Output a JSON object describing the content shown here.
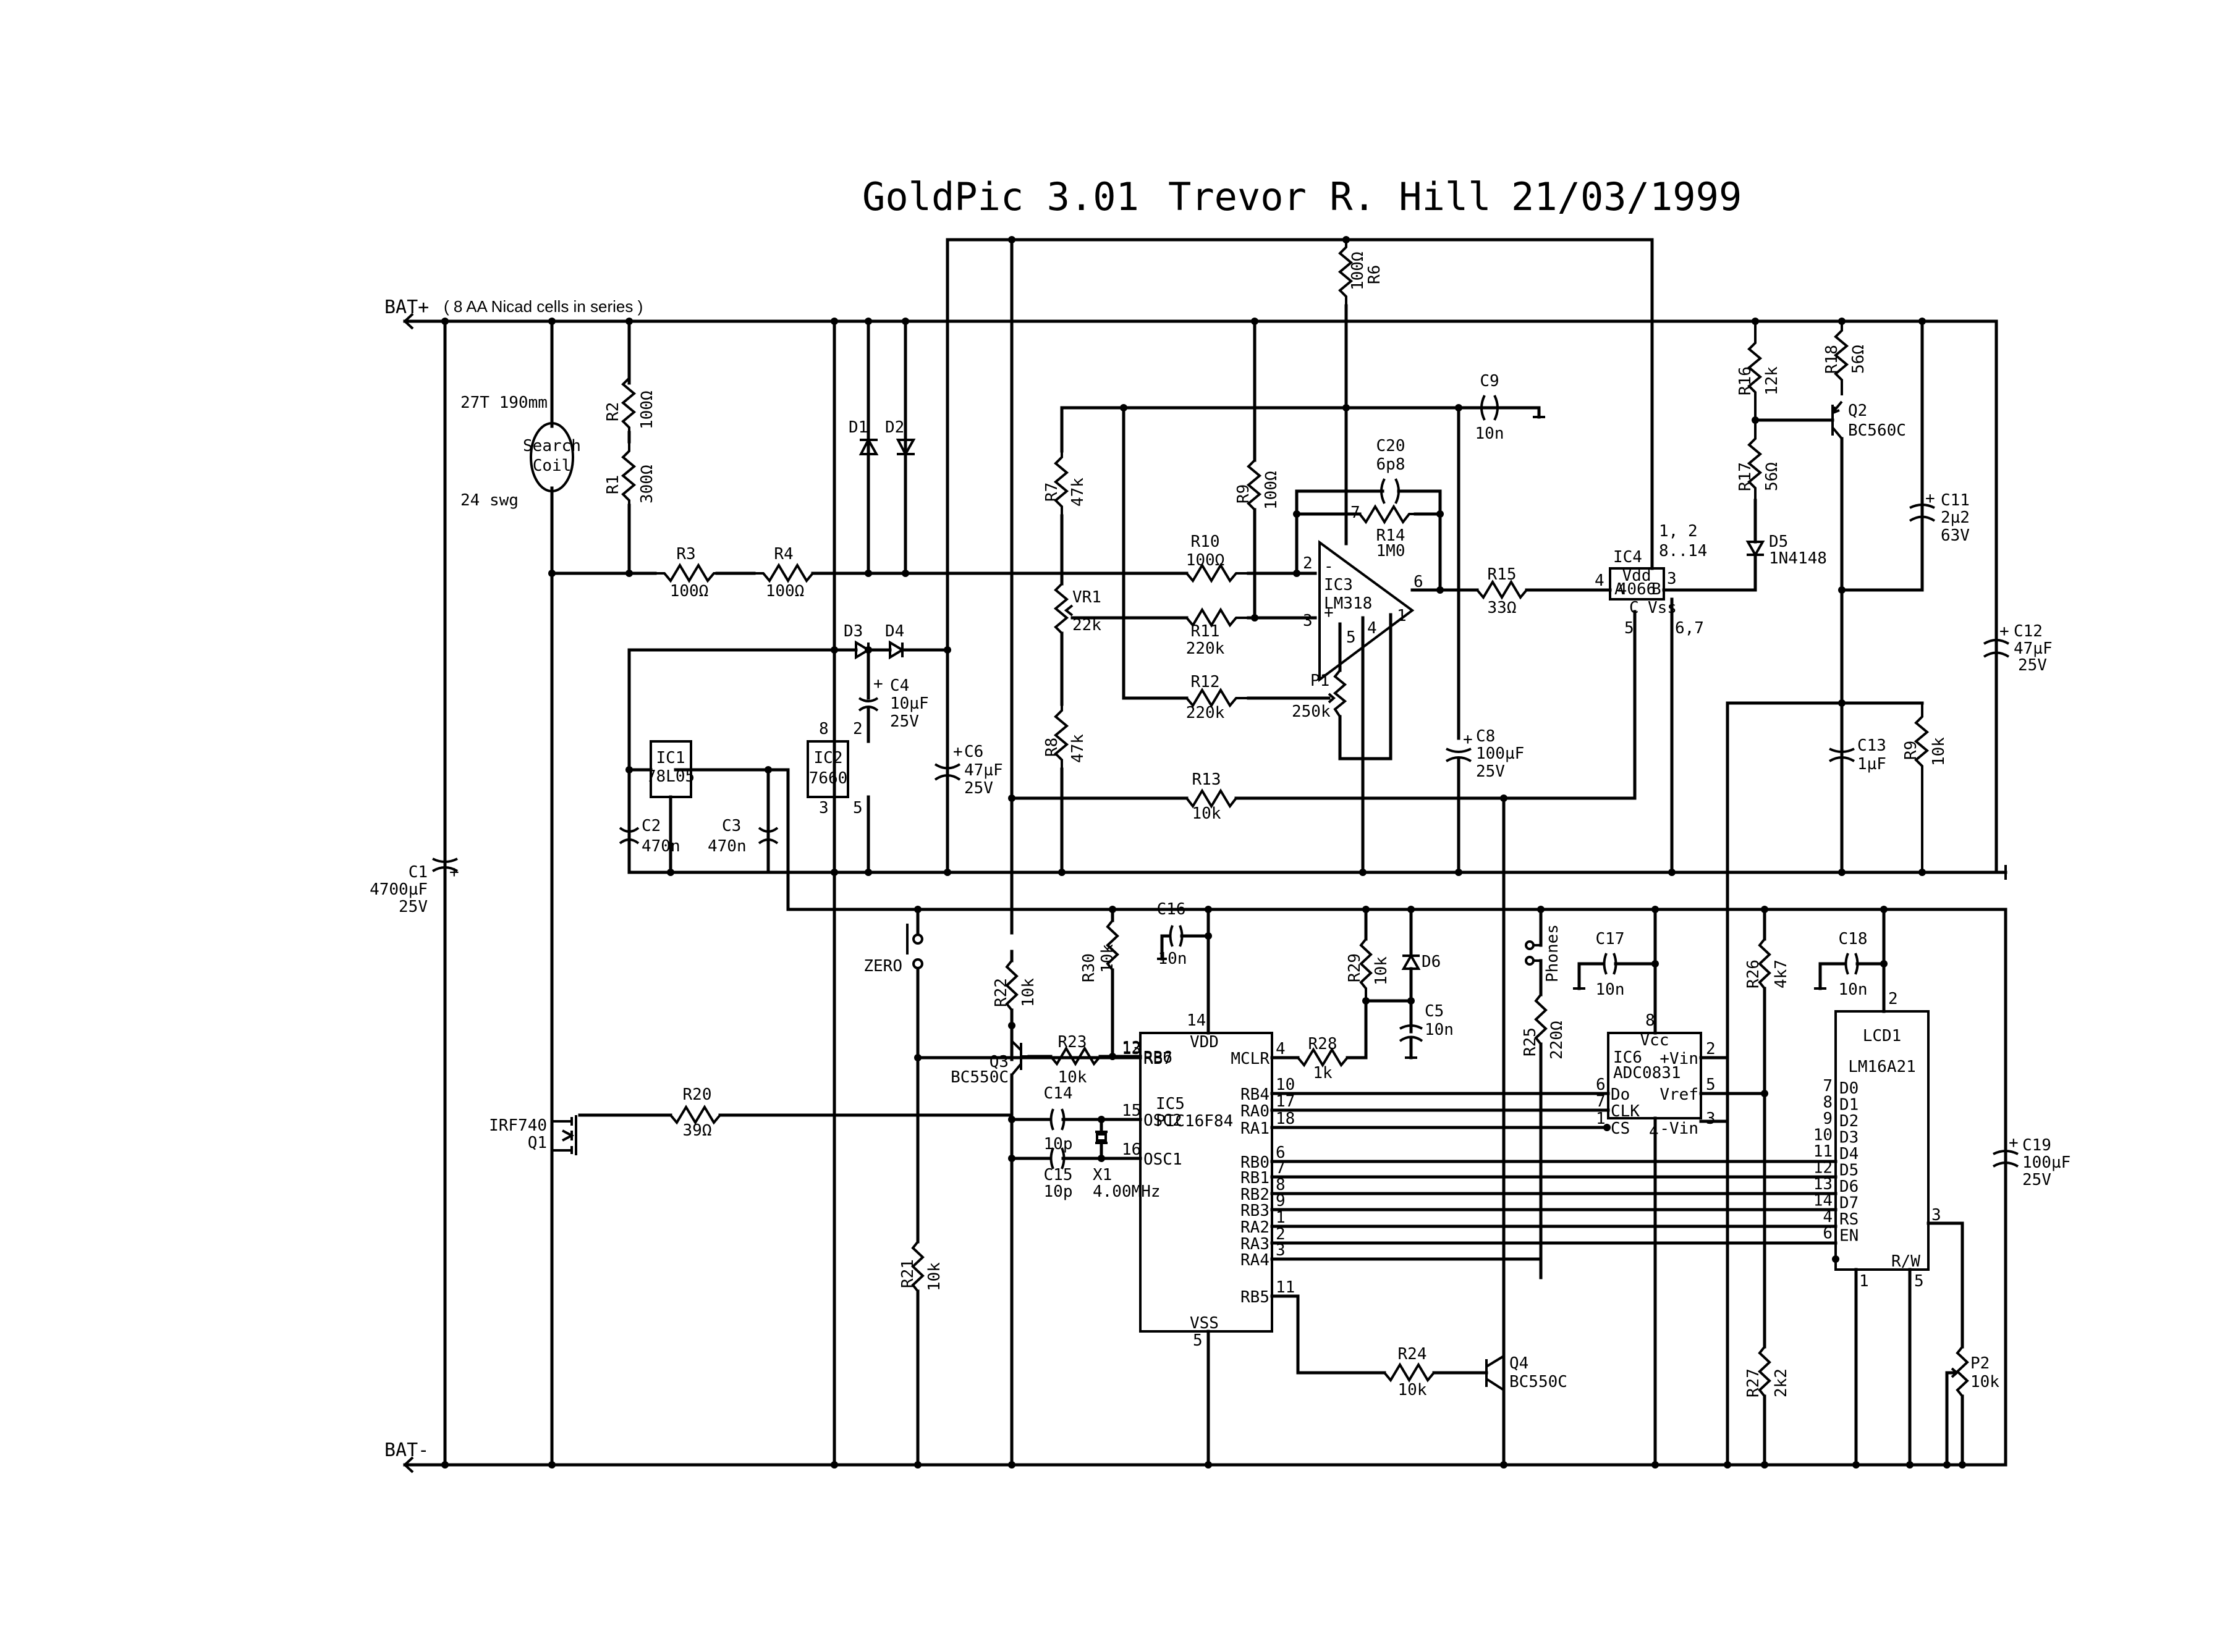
{
  "title": {
    "project": "GoldPic 3.01",
    "author": "Trevor R. Hill",
    "date": "21/03/1999"
  },
  "rails": {
    "bat_plus": "BAT+",
    "bat_plus_note": "( 8 AA Nicad cells in series )",
    "bat_minus": "BAT-"
  },
  "coil": {
    "name_line1": "Search",
    "name_line2": "Coil",
    "turns": "27T  190mm",
    "wire": "24 swg"
  },
  "resistors": {
    "R1": {
      "ref": "R1",
      "value": "300Ω"
    },
    "R2": {
      "ref": "R2",
      "value": "100Ω"
    },
    "R3": {
      "ref": "R3",
      "value": "100Ω"
    },
    "R4": {
      "ref": "R4",
      "value": "100Ω"
    },
    "R6": {
      "ref": "R6",
      "value": "100Ω"
    },
    "R7": {
      "ref": "R7",
      "value": "47k"
    },
    "R8": {
      "ref": "R8",
      "value": "47k"
    },
    "R9a": {
      "ref": "R9",
      "value": "100Ω"
    },
    "R9b": {
      "ref": "R9",
      "value": "10k"
    },
    "R10": {
      "ref": "R10",
      "value": "100Ω"
    },
    "R11": {
      "ref": "R11",
      "value": "220k"
    },
    "R12": {
      "ref": "R12",
      "value": "220k"
    },
    "R13": {
      "ref": "R13",
      "value": "10k"
    },
    "R14": {
      "ref": "R14",
      "value": "1M0"
    },
    "R15": {
      "ref": "R15",
      "value": "33Ω"
    },
    "R16": {
      "ref": "R16",
      "value": "12k"
    },
    "R17": {
      "ref": "R17",
      "value": "56Ω"
    },
    "R18": {
      "ref": "R18",
      "value": "56Ω"
    },
    "R20": {
      "ref": "R20",
      "value": "39Ω"
    },
    "R21": {
      "ref": "R21",
      "value": "10k"
    },
    "R22": {
      "ref": "R22",
      "value": "10k"
    },
    "R23": {
      "ref": "R23",
      "value": "10k"
    },
    "R24": {
      "ref": "R24",
      "value": "10k"
    },
    "R25": {
      "ref": "R25",
      "value": "220Ω"
    },
    "R26": {
      "ref": "R26",
      "value": "4k7"
    },
    "R27": {
      "ref": "R27",
      "value": "2k2"
    },
    "R28": {
      "ref": "R28",
      "value": "1k"
    },
    "R29": {
      "ref": "R29",
      "value": "10k"
    },
    "R30": {
      "ref": "R30",
      "value": "10k"
    },
    "VR1": {
      "ref": "VR1",
      "value": "22k"
    },
    "P1": {
      "ref": "P1",
      "value": "250k"
    },
    "P2": {
      "ref": "P2",
      "value": "10k"
    }
  },
  "capacitors": {
    "C1": {
      "ref": "C1",
      "value": "4700µF",
      "voltage": "25V"
    },
    "C2": {
      "ref": "C2",
      "value": "470n"
    },
    "C3": {
      "ref": "C3",
      "value": "470n"
    },
    "C4": {
      "ref": "C4",
      "value": "10µF",
      "voltage": "25V"
    },
    "C5": {
      "ref": "C5",
      "value": "10n"
    },
    "C6": {
      "ref": "C6",
      "value": "47µF",
      "voltage": "25V"
    },
    "C8": {
      "ref": "C8",
      "value": "100µF",
      "voltage": "25V"
    },
    "C9": {
      "ref": "C9",
      "value": "10n"
    },
    "C11": {
      "ref": "C11",
      "value": "2µ2",
      "voltage": "63V"
    },
    "C12": {
      "ref": "C12",
      "value": "47µF",
      "voltage": "25V"
    },
    "C13": {
      "ref": "C13",
      "value": "1µF"
    },
    "C14": {
      "ref": "C14",
      "value": "10p"
    },
    "C15": {
      "ref": "C15",
      "value": "10p"
    },
    "C16": {
      "ref": "C16",
      "value": "10n"
    },
    "C17": {
      "ref": "C17",
      "value": "10n"
    },
    "C18": {
      "ref": "C18",
      "value": "10n"
    },
    "C19": {
      "ref": "C19",
      "value": "100µF",
      "voltage": "25V"
    },
    "C20": {
      "ref": "C20",
      "value": "6p8"
    }
  },
  "diodes": {
    "D1": {
      "ref": "D1"
    },
    "D2": {
      "ref": "D2"
    },
    "D3": {
      "ref": "D3"
    },
    "D4": {
      "ref": "D4"
    },
    "D5": {
      "ref": "D5",
      "value": "1N4148"
    },
    "D6": {
      "ref": "D6"
    }
  },
  "transistors": {
    "Q1": {
      "ref": "Q1",
      "value": "IRF740"
    },
    "Q2": {
      "ref": "Q2",
      "value": "BC560C"
    },
    "Q3": {
      "ref": "Q3",
      "value": "BC550C"
    },
    "Q4": {
      "ref": "Q4",
      "value": "BC550C"
    }
  },
  "crystal": {
    "ref": "X1",
    "value": "4.00MHz"
  },
  "switches": {
    "zero": "ZERO",
    "phones": "Phones"
  },
  "ics": {
    "IC1": {
      "ref": "IC1",
      "part": "78L05"
    },
    "IC2": {
      "ref": "IC2",
      "part": "7660",
      "pins": {
        "p8": "8",
        "p2": "2",
        "p3": "3",
        "p5": "5"
      }
    },
    "IC3": {
      "ref": "IC3",
      "part": "LM318",
      "pins": {
        "inv": "-",
        "noninv": "+",
        "p2": "2",
        "p3": "3",
        "p7": "7",
        "p6": "6",
        "p5": "5",
        "p4": "4",
        "p1": "1"
      }
    },
    "IC4": {
      "ref": "IC4",
      "part": "4066",
      "vdd": "Vdd",
      "vss": "Vss",
      "a": "A",
      "b": "B",
      "c": "C",
      "pins": {
        "p4": "4",
        "p3": "3",
        "p5": "5",
        "p67": "6,7",
        "top1": "1, 2",
        "top2": "8..14"
      }
    },
    "IC5": {
      "ref": "IC5",
      "part": "PIC16F84",
      "left": [
        {
          "pin": "13",
          "name": "RB7"
        },
        {
          "pin": "12",
          "name": "RB6"
        },
        {
          "pin": "15",
          "name": "OSC2"
        },
        {
          "pin": "16",
          "name": "OSC1"
        }
      ],
      "right": [
        {
          "pin": "4",
          "name": "MCLR"
        },
        {
          "pin": "10",
          "name": "RB4"
        },
        {
          "pin": "17",
          "name": "RA0"
        },
        {
          "pin": "18",
          "name": "RA1"
        },
        {
          "pin": "6",
          "name": "RB0"
        },
        {
          "pin": "7",
          "name": "RB1"
        },
        {
          "pin": "8",
          "name": "RB2"
        },
        {
          "pin": "9",
          "name": "RB3"
        },
        {
          "pin": "1",
          "name": "RA2"
        },
        {
          "pin": "2",
          "name": "RA3"
        },
        {
          "pin": "3",
          "name": "RA4"
        },
        {
          "pin": "11",
          "name": "RB5"
        }
      ],
      "vdd": {
        "pin": "14",
        "name": "VDD"
      },
      "vss": {
        "pin": "5",
        "name": "VSS"
      }
    },
    "IC6": {
      "ref": "IC6",
      "part": "ADC0831",
      "vcc": {
        "pin": "8",
        "name": "Vcc"
      },
      "gnd": {
        "pin": "4"
      },
      "left": [
        {
          "pin": "6",
          "name": "Do"
        },
        {
          "pin": "7",
          "name": "CLK"
        },
        {
          "pin": "1",
          "name": "CS"
        }
      ],
      "right": [
        {
          "pin": "2",
          "name": "+Vin"
        },
        {
          "pin": "5",
          "name": "Vref"
        },
        {
          "pin": "3",
          "name": "-Vin"
        }
      ]
    },
    "LCD1": {
      "ref": "LCD1",
      "part": "LM16A21",
      "top": {
        "pin": "2"
      },
      "left": [
        {
          "pin": "7",
          "name": "D0"
        },
        {
          "pin": "8",
          "name": "D1"
        },
        {
          "pin": "9",
          "name": "D2"
        },
        {
          "pin": "10",
          "name": "D3"
        },
        {
          "pin": "11",
          "name": "D4"
        },
        {
          "pin": "12",
          "name": "D5"
        },
        {
          "pin": "13",
          "name": "D6"
        },
        {
          "pin": "14",
          "name": "D7"
        },
        {
          "pin": "4",
          "name": "RS"
        },
        {
          "pin": "6",
          "name": "EN"
        }
      ],
      "rw": "R/W",
      "bottom": [
        {
          "pin": "1"
        },
        {
          "pin": "5"
        }
      ],
      "right": {
        "pin": "3"
      }
    }
  }
}
